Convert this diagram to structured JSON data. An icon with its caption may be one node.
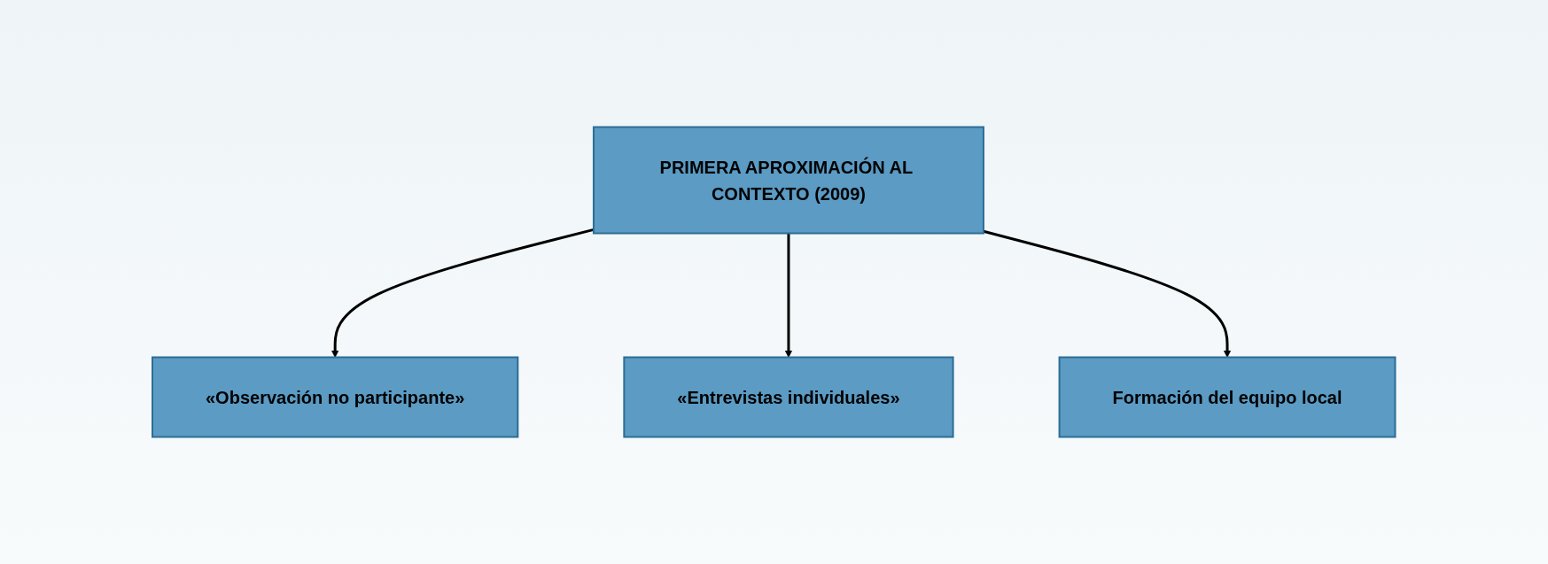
{
  "diagram": {
    "nodes": [
      {
        "text": [
          "PRIMERA APROXIMACIÓN AL CONTEXTO (2009)"
        ]
      },
      {
        "text": [
          "«Observación no participante»"
        ]
      },
      {
        "text": [
          "«Entrevistas individuales»"
        ]
      },
      {
        "text": [
          "Formación del equipo local"
        ]
      }
    ],
    "edges": [
      {
        "from": 0,
        "to": 1,
        "arrow": "to"
      },
      {
        "from": 0,
        "to": 2,
        "arrow": "to"
      },
      {
        "from": 0,
        "to": 3,
        "arrow": "to"
      }
    ]
  }
}
